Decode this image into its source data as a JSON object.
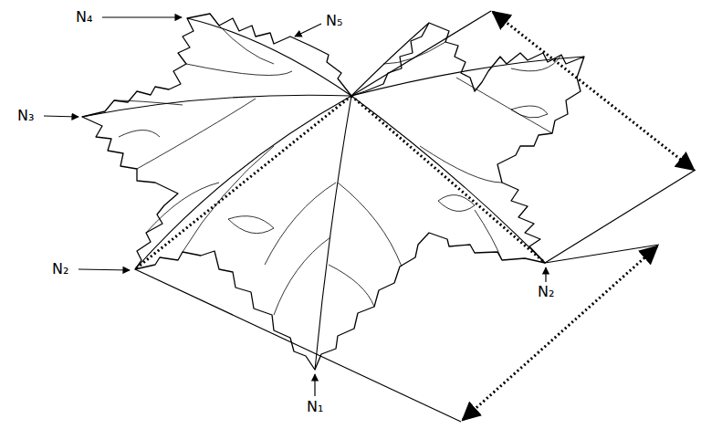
{
  "diagram": {
    "labels": [
      "N₄",
      "N₅",
      "N₃",
      "N₂",
      "N₂",
      "N₁"
    ]
  }
}
